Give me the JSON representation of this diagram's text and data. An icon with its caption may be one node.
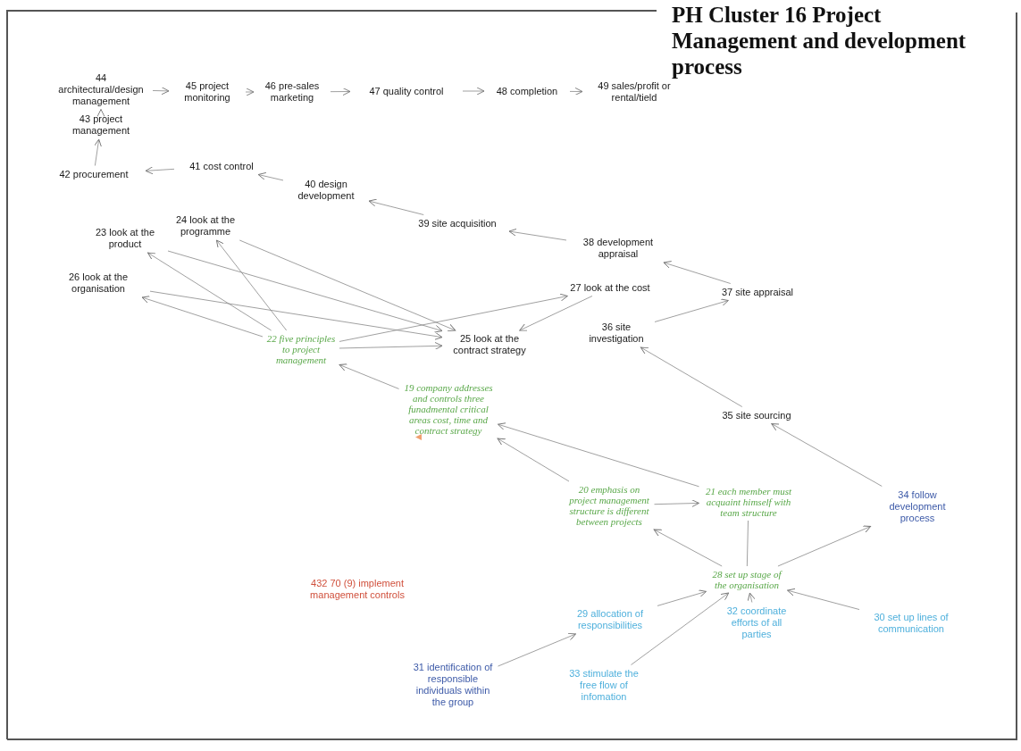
{
  "diagram": {
    "title": "PH Cluster 16 Project Management and development process",
    "nodes": [
      {
        "text": [
          "44 architectural/design management"
        ]
      },
      {
        "text": [
          "45 project monitoring"
        ]
      },
      {
        "text": [
          "46 pre-sales marketing"
        ]
      },
      {
        "text": [
          "47 quality control"
        ]
      },
      {
        "text": [
          "48 completion"
        ]
      },
      {
        "text": [
          "49 sales/profit or rental/tield"
        ]
      },
      {
        "text": [
          "43 project management"
        ]
      },
      {
        "text": [
          "42 procurement"
        ]
      },
      {
        "text": [
          "41 cost control"
        ]
      },
      {
        "text": [
          "40 design development"
        ]
      },
      {
        "text": [
          "39 site acquisition"
        ]
      },
      {
        "text": [
          "38 development appraisal"
        ]
      },
      {
        "text": [
          "24 look at the programme"
        ]
      },
      {
        "text": [
          "23 look at the product"
        ]
      },
      {
        "text": [
          "26 look at the organisation"
        ]
      },
      {
        "text": [
          "27 look at the cost"
        ]
      },
      {
        "text": [
          "37 site appraisal"
        ]
      },
      {
        "text": [
          "22 five principles to project management"
        ]
      },
      {
        "text": [
          "25 look at the contract strategy"
        ]
      },
      {
        "text": [
          "36 site investigation"
        ]
      },
      {
        "text": [
          "19 company addresses and controls three funadmental critical areas cost, time and contract strategy"
        ]
      },
      {
        "text": [
          "35 site sourcing"
        ]
      },
      {
        "text": [
          "20 emphasis on project management structure is different between projects"
        ]
      },
      {
        "text": [
          "21 each member must acquaint himself with team structure"
        ]
      },
      {
        "text": [
          "34 follow development process"
        ]
      },
      {
        "text": [
          "28 set up stage of the organisation"
        ]
      },
      {
        "text": [
          "29 allocation of responsibilities"
        ]
      },
      {
        "text": [
          "32 coordinate efforts of all parties"
        ]
      },
      {
        "text": [
          "30 set up lines of communication"
        ]
      },
      {
        "text": [
          "31 identification of responsible individuals within the group"
        ]
      },
      {
        "text": [
          "33 stimulate the free flow of infomation"
        ]
      }
    ],
    "edges": [
      {
        "from": 0,
        "to": 1,
        "arrow": "to"
      },
      {
        "from": 1,
        "to": 2,
        "arrow": "to"
      },
      {
        "from": 2,
        "to": 3,
        "arrow": "to"
      },
      {
        "from": 3,
        "to": 4,
        "arrow": "to"
      },
      {
        "from": 4,
        "to": 5,
        "arrow": "to"
      },
      {
        "from": 6,
        "to": 0,
        "arrow": "to"
      },
      {
        "from": 7,
        "to": 6,
        "arrow": "to"
      },
      {
        "from": 8,
        "to": 7,
        "arrow": "to"
      },
      {
        "from": 9,
        "to": 8,
        "arrow": "to"
      },
      {
        "from": 10,
        "to": 9,
        "arrow": "to"
      },
      {
        "from": 11,
        "to": 10,
        "arrow": "to"
      },
      {
        "from": 16,
        "to": 11,
        "arrow": "to"
      },
      {
        "from": 19,
        "to": 16,
        "arrow": "to"
      },
      {
        "from": 21,
        "to": 19,
        "arrow": "to"
      },
      {
        "from": 24,
        "to": 21,
        "arrow": "to"
      },
      {
        "from": 25,
        "to": 24,
        "arrow": "to"
      },
      {
        "from": 25,
        "to": 22,
        "arrow": "to"
      },
      {
        "from": 23,
        "to": 25,
        "arrow": "none"
      },
      {
        "from": 22,
        "to": 23,
        "arrow": "to"
      },
      {
        "from": 22,
        "to": 20,
        "arrow": "to"
      },
      {
        "from": 23,
        "to": 20,
        "arrow": "to"
      },
      {
        "from": 20,
        "to": 17,
        "arrow": "to"
      },
      {
        "from": 17,
        "to": 14,
        "arrow": "to"
      },
      {
        "from": 17,
        "to": 13,
        "arrow": "to"
      },
      {
        "from": 17,
        "to": 12,
        "arrow": "to"
      },
      {
        "from": 17,
        "to": 18,
        "arrow": "to"
      },
      {
        "from": 17,
        "to": 15,
        "arrow": "to"
      },
      {
        "from": 14,
        "to": 18,
        "arrow": "to"
      },
      {
        "from": 13,
        "to": 18,
        "arrow": "to"
      },
      {
        "from": 12,
        "to": 18,
        "arrow": "to"
      },
      {
        "from": 15,
        "to": 18,
        "arrow": "to"
      },
      {
        "from": 26,
        "to": 25,
        "arrow": "to"
      },
      {
        "from": 30,
        "to": 25,
        "arrow": "to"
      },
      {
        "from": 27,
        "to": 25,
        "arrow": "to"
      },
      {
        "from": 28,
        "to": 25,
        "arrow": "to"
      },
      {
        "from": 29,
        "to": 26,
        "arrow": "to"
      }
    ],
    "labels": [
      "432 70 (9) implement management controls"
    ]
  }
}
